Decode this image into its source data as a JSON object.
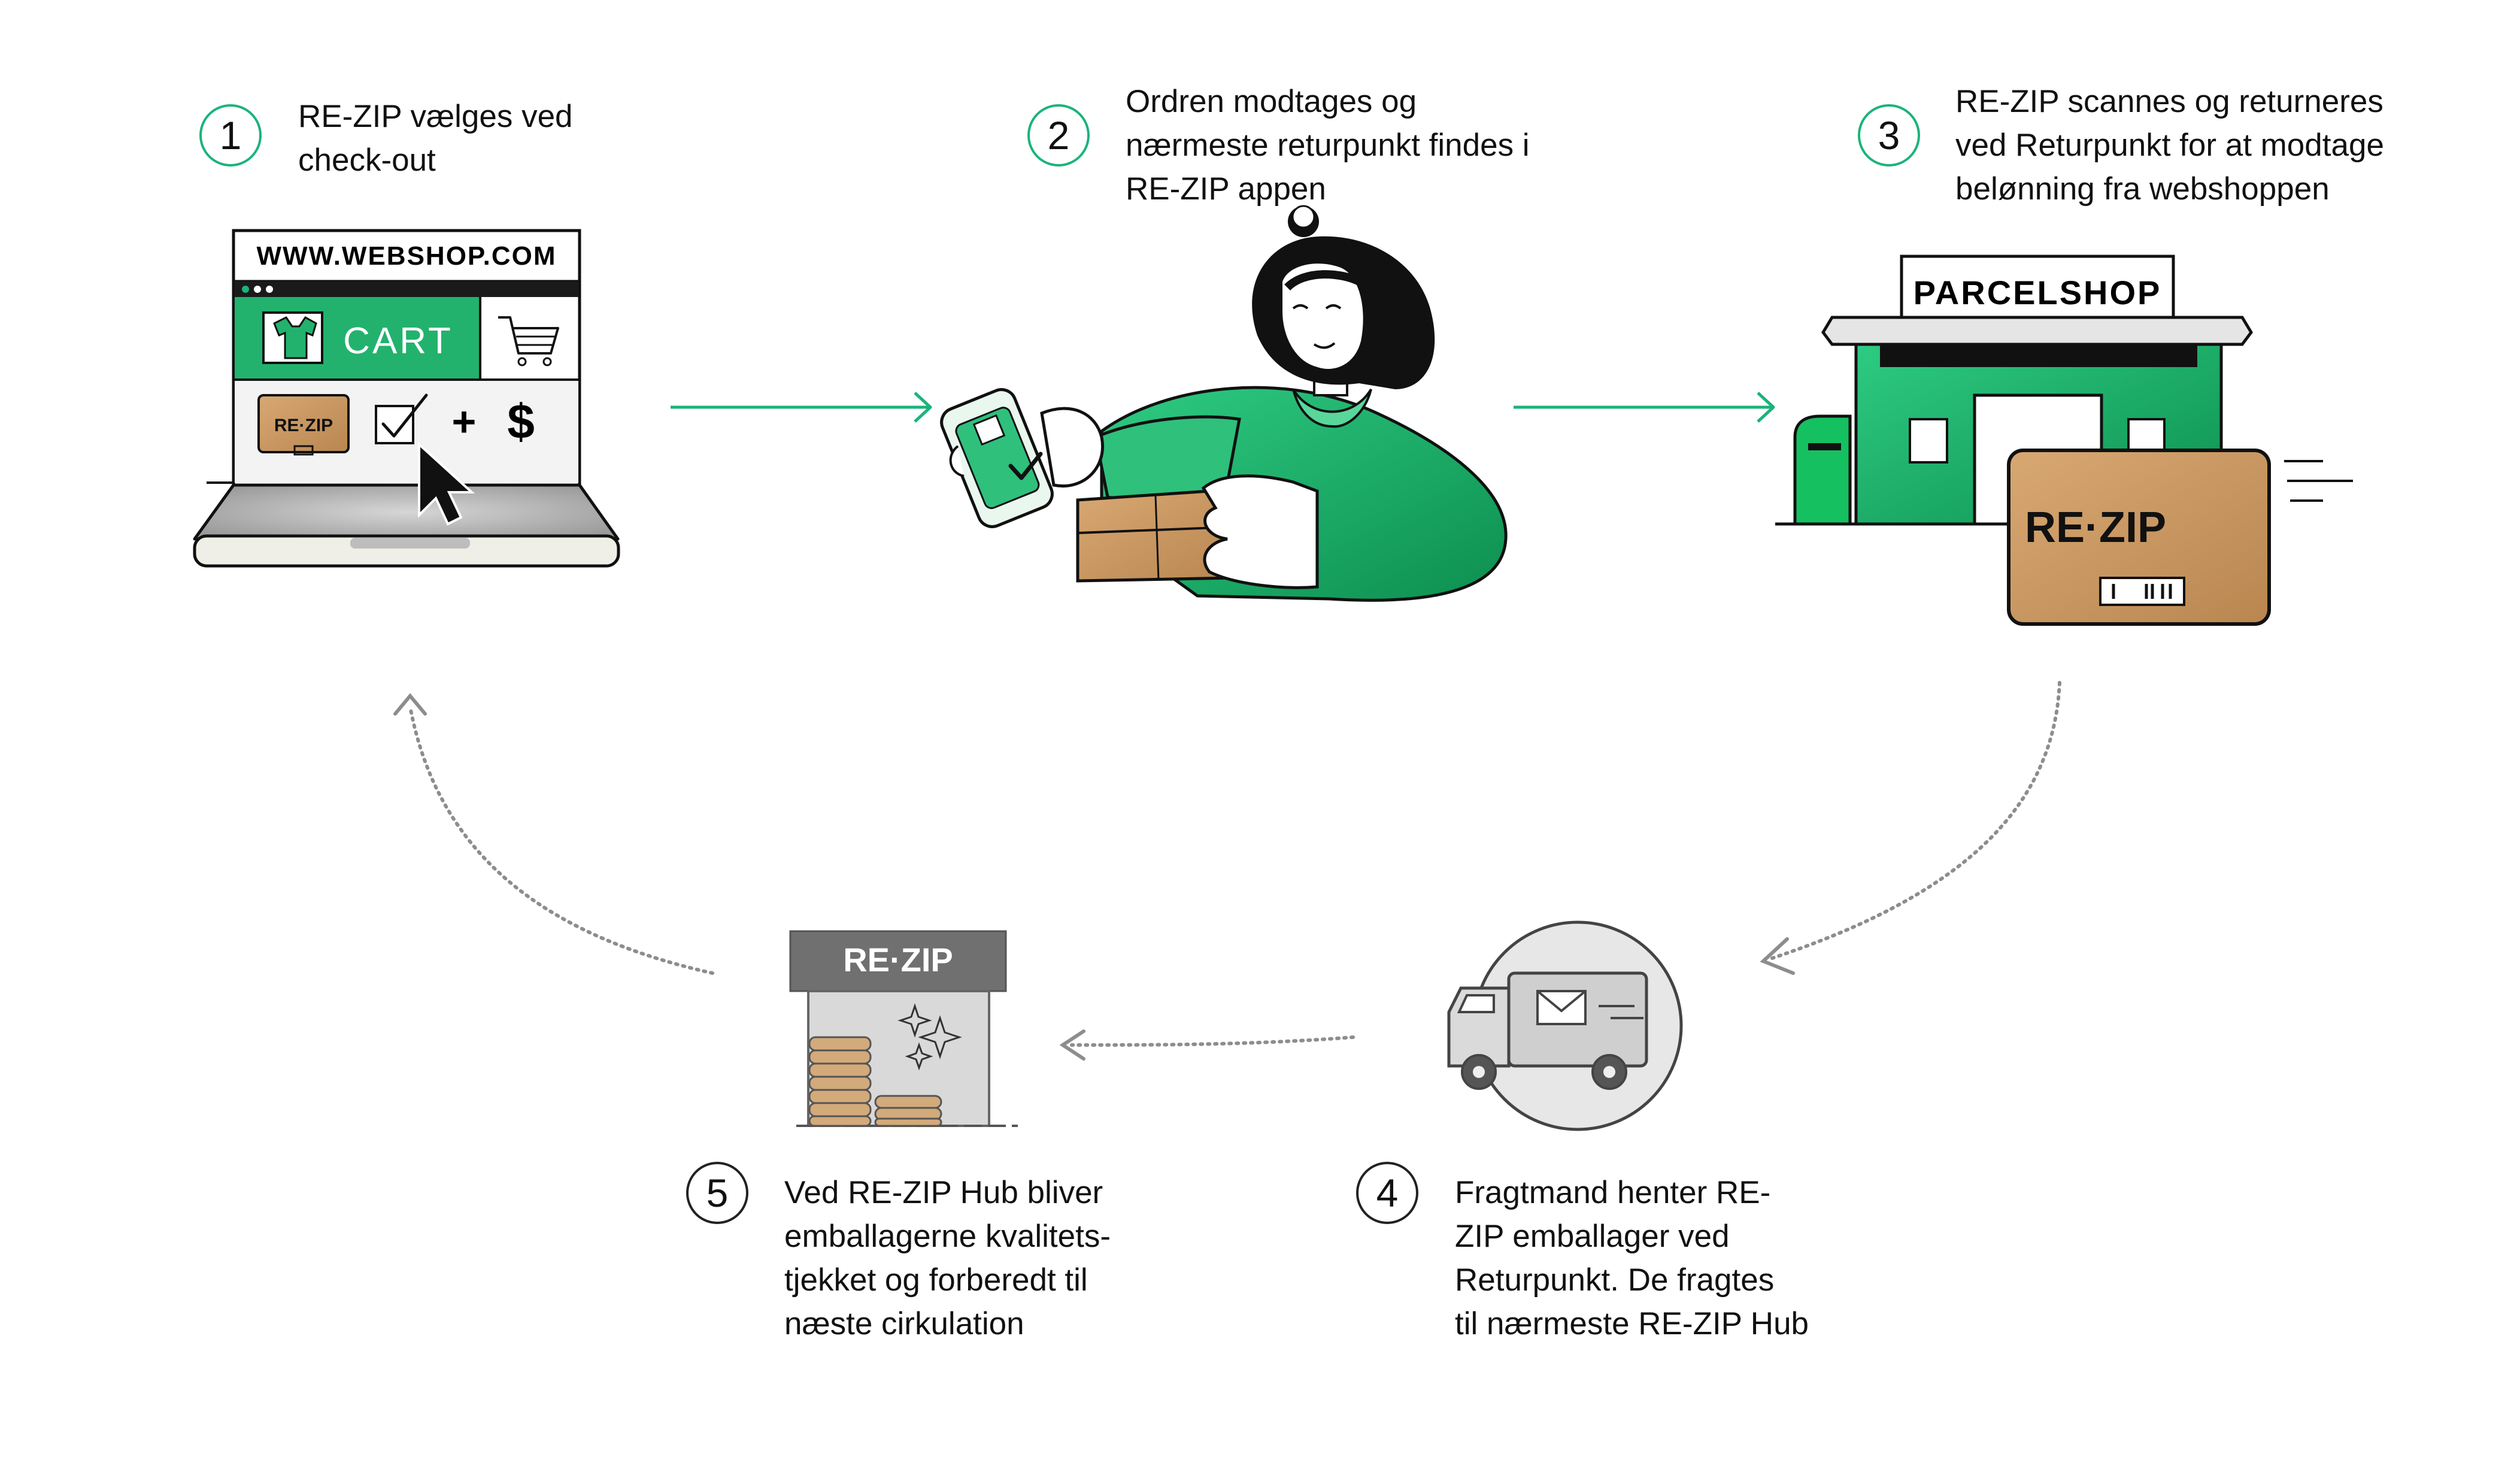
{
  "steps": [
    {
      "number": "1",
      "lines": [
        "RE-ZIP vælges ved",
        "check-out"
      ]
    },
    {
      "number": "2",
      "lines": [
        "Ordren modtages og",
        "nærmeste returpunkt findes i",
        "RE-ZIP appen"
      ]
    },
    {
      "number": "3",
      "lines": [
        "RE-ZIP scannes og returneres",
        "ved Returpunkt for at modtage",
        "belønning fra webshoppen"
      ]
    },
    {
      "number": "4",
      "lines": [
        "Fragtmand henter RE-",
        "ZIP emballager ved",
        "Returpunkt. De fragtes",
        "til nærmeste RE-ZIP Hub"
      ]
    },
    {
      "number": "5",
      "lines": [
        "Ved RE-ZIP Hub bliver",
        "emballagerne kvalitets-",
        "tjekket og forberedt til",
        "næste cirkulation"
      ]
    }
  ],
  "laptop": {
    "url": "WWW.WEBSHOP.COM",
    "cart_label": "CART",
    "plus": "+",
    "dollar": "$",
    "badge": "RE·ZIP"
  },
  "parcelshop": {
    "sign": "PARCELSHOP",
    "box_brand": "RE·ZIP"
  },
  "hub": {
    "sign": "RE·ZIP"
  },
  "colors": {
    "accent": "#1bb37a",
    "green": "#22b26e",
    "dark_green": "#0b8a4c",
    "kraft": "#c9975f",
    "ink": "#111111",
    "grey": "#9a9a9a"
  }
}
